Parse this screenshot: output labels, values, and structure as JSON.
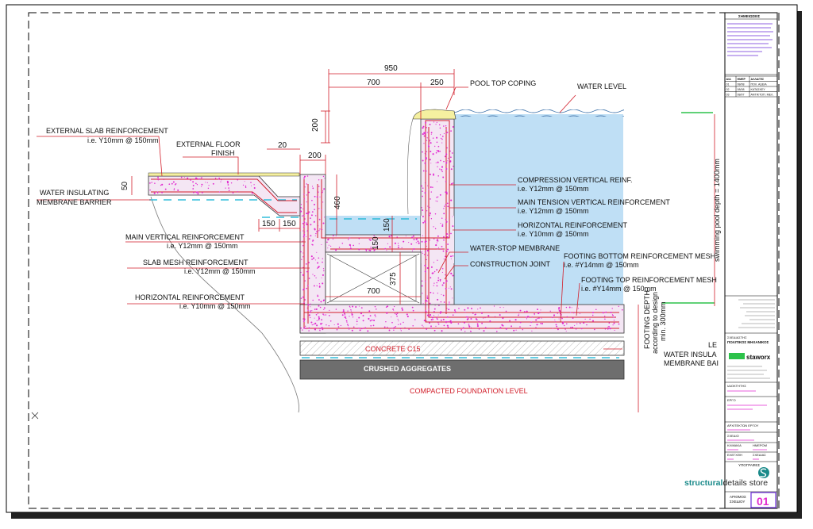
{
  "dimensions": {
    "d950": "950",
    "d700_top": "700",
    "d250": "250",
    "d200_v": "200",
    "d20": "20",
    "d200_h": "200",
    "d50": "50",
    "d150_a": "150",
    "d150_b": "150",
    "d460": "460",
    "d150_v1": "150",
    "d150_v2": "150",
    "d375": "375",
    "d700_box": "700",
    "footing_depth_1": "FOOTING DEPTH",
    "footing_depth_2": "according to design",
    "footing_depth_3": "min. 300mm",
    "pool_depth": "swimming pool depth = 1400mm"
  },
  "labels": {
    "pool_top_coping": "POOL TOP COPING",
    "water_level": "WATER LEVEL",
    "ext_slab_reinf_1": "EXTERNAL SLAB REINFORCEMENT",
    "ext_slab_reinf_2": "i.e. Y10mm @ 150mm",
    "ext_floor_1": "EXTERNAL FLOOR",
    "ext_floor_2": "FINISH",
    "water_insulating_1": "WATER INSULATING",
    "water_insulating_2": "MEMBRANE BARRIER",
    "compression_1": "COMPRESSION VERTICAL REINF.",
    "compression_2": "i.e. Y12mm @ 150mm",
    "main_tension_1": "MAIN TENSION VERTICAL REINFORCEMENT",
    "main_tension_2": "i.e. Y12mm @ 150mm",
    "horizontal_r_1": "HORIZONTAL REINFORCEMENT",
    "horizontal_r_2": "i.e. Y10mm @ 150mm",
    "main_vertical_1": "MAIN VERTICAL REINFORCEMENT",
    "main_vertical_2": "i.e. Y12mm @ 150mm",
    "water_stop": "WATER-STOP MEMBRANE",
    "construction_joint": "CONSTRUCTION JOINT",
    "slab_mesh_1": "SLAB MESH REINFORCEMENT",
    "slab_mesh_2": "i.e. Y12mm @ 150mm",
    "footing_bottom_1": "FOOTING BOTTOM REINFORCEMENT MESH",
    "footing_bottom_2": "i.e. #Y14mm @ 150mm",
    "footing_top_1": "FOOTING TOP REINFORCEMENT MESH",
    "footing_top_2": "i.e. #Y14mm @ 150mm",
    "horizontal_l_1": "HORIZONTAL REINFORCEMENT",
    "horizontal_l_2": "i.e. Y10mm @ 150mm",
    "le": "LE",
    "water_insula_1": "WATER INSULA",
    "water_insula_2": "MEMBRANE BAI",
    "concrete": "CONCRETE C15",
    "crushed": "CRUSHED AGGREGATES",
    "compacted": "COMPACTED FOUNDATION LEVEL"
  },
  "title_block": {
    "notes_heading": "ΣΗΜΕΙΩΣΕΙΣ",
    "revision_headers": [
      "Α/Α",
      "ΗΜΕΡ",
      "ΑΛΛΑΓΕΣ"
    ],
    "revision_rows": [
      [
        "01",
        "08/08",
        "ΠΟΛ. ΑΔΕΙΑ"
      ],
      [
        "02",
        "08/08",
        "ΚΑΤΑΣΚΕΥ"
      ],
      [
        "03",
        "08/07",
        "ΑΝΤΙΚΤΟΠ. ΜΕΛ."
      ]
    ],
    "designer_heading": "ΣΧΕΔΙΑΣΤΗΣ",
    "designer_sub": "ΠΟΛΙΤΙΚΟΣ ΜΗΧΑΝΙΚΟΣ",
    "brand_word": "staworx",
    "owner_heading": "ΙΔΙΟΚΤΗΤΗΣ",
    "project_heading": "ΕΡΓΟ",
    "project_arch_heading": "ΑΡΧΙΤΕΚΤΩΝ ΕΡΓΟΥ",
    "drawing_heading": "ΣΧΕΔΙΟ",
    "scale_heading": "ΚΛΙΜΑΚΑ",
    "date_heading": "ΗΜΕΡΟΜ",
    "checked_heading": "ΕΛΕΓΧΘΗ",
    "drawn_heading": "ΣΧΕΔΙΑΣ",
    "signatures_heading": "ΥΠΟΓΡΑΦΕΣ",
    "logo_bold": "structural",
    "logo_rest": "details store",
    "sheet_no_1": "ΑΡΙΘΜΟΣ",
    "sheet_no_2": "ΣΧΕΔΙΟΥ",
    "sheet_number": "01"
  },
  "colors": {
    "water": "#bfdff5",
    "concrete": "#f4e6f4",
    "rebar": "#d21e2a",
    "dots": "#e22ad0",
    "dim": "#d21e2a",
    "leader": "#d21e2a",
    "green": "#2cc24a",
    "purple": "#6a2bd9",
    "aggregates": "#6e6e6e",
    "logo_teal": "#1a8a8a"
  }
}
